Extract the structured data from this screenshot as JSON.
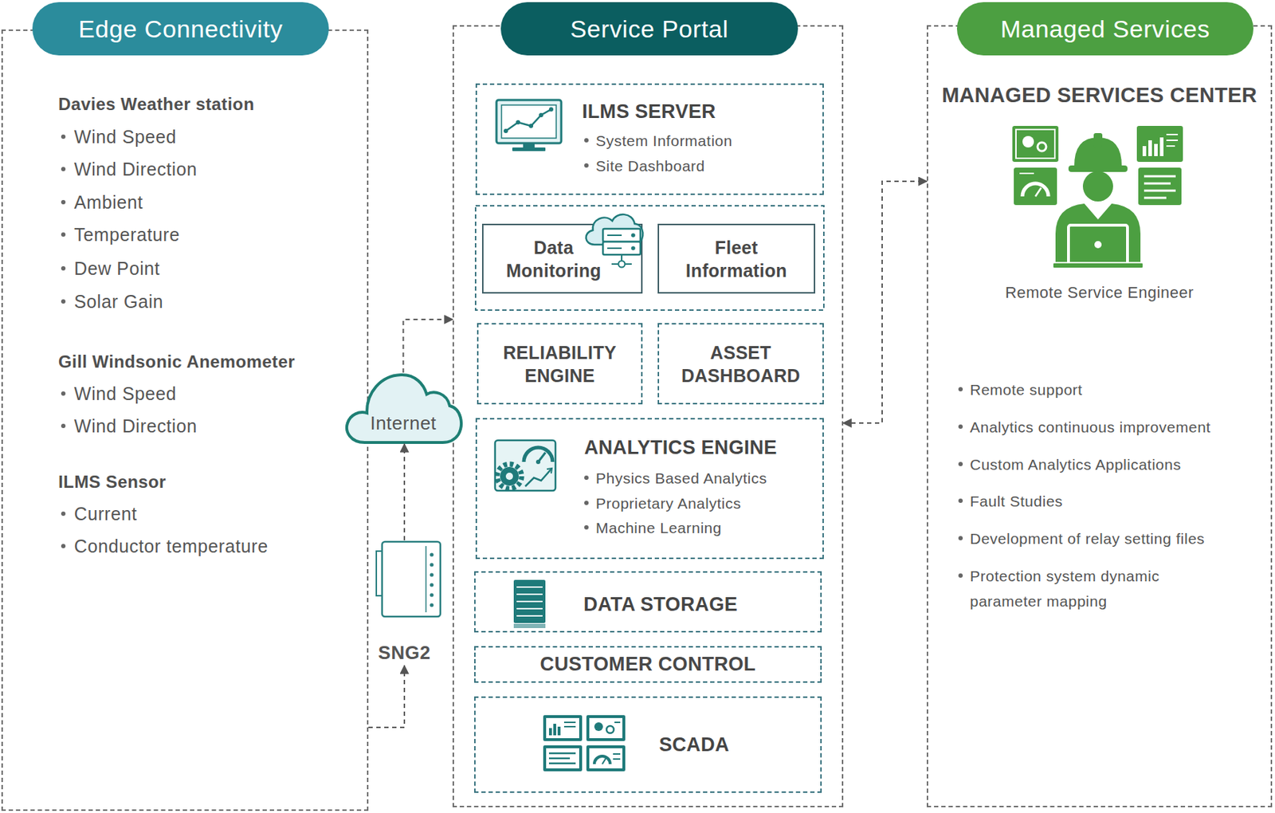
{
  "diagram": {
    "nodes": [
      {
        "text": [
          "Edge Connectivity",
          "Davies Weather station",
          "Wind Speed",
          "Wind Direction",
          "Ambient",
          "Temperature",
          "Dew Point",
          "Solar Gain",
          "Gill Windsonic Anemometer",
          "Wind Speed",
          "Wind Direction",
          "ILMS Sensor",
          "Current",
          "Conductor temperature"
        ]
      },
      {
        "text": [
          "SNG2"
        ]
      },
      {
        "text": [
          "Internet"
        ]
      },
      {
        "text": [
          "Service Portal"
        ]
      },
      {
        "text": [
          "ILMS SERVER",
          "System Information",
          "Site Dashboard"
        ],
        "in": 3
      },
      {
        "text": [
          "Data Monitoring"
        ],
        "in": 3
      },
      {
        "text": [
          "Fleet Information"
        ],
        "in": 3
      },
      {
        "text": [
          "RELIABILITY ENGINE"
        ],
        "in": 3
      },
      {
        "text": [
          "ASSET DASHBOARD"
        ],
        "in": 3
      },
      {
        "text": [
          "ANALYTICS ENGINE",
          "Physics Based Analytics",
          "Proprietary Analytics",
          "Machine Learning"
        ],
        "in": 3
      },
      {
        "text": [
          "DATA STORAGE"
        ],
        "in": 3
      },
      {
        "text": [
          "CUSTOMER CONTROL"
        ],
        "in": 3
      },
      {
        "text": [
          "SCADA"
        ],
        "in": 3
      },
      {
        "text": [
          "Managed Services",
          "MANAGED SERVICES CENTER",
          "Remote Service Engineer",
          "Remote support",
          "Analytics continuous improvement",
          "Custom Analytics Applications",
          "Fault Studies",
          "Development of relay setting files",
          "Protection system dynamic parameter mapping"
        ]
      }
    ],
    "edges": [
      {
        "from": 0,
        "to": 1,
        "arrow": "to"
      },
      {
        "from": 1,
        "to": 2,
        "arrow": "to"
      },
      {
        "from": 2,
        "to": 3,
        "arrow": "to"
      },
      {
        "from": 3,
        "to": 13,
        "arrow": "both"
      }
    ]
  }
}
